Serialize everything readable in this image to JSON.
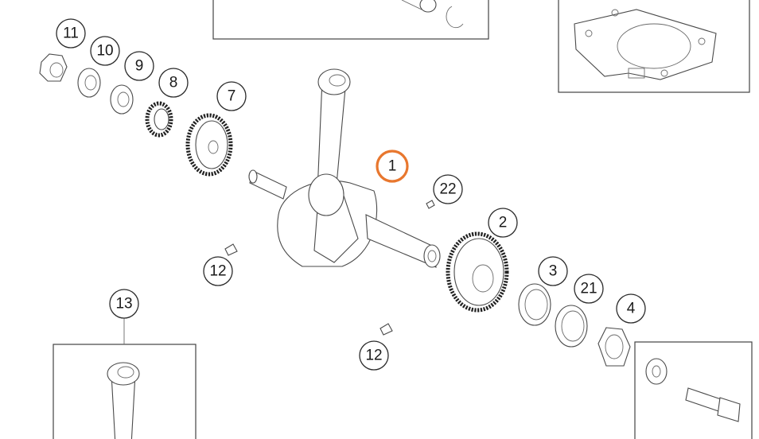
{
  "callouts": [
    {
      "id": "c11",
      "label": "11",
      "selected": false
    },
    {
      "id": "c10",
      "label": "10",
      "selected": false
    },
    {
      "id": "c9",
      "label": "9",
      "selected": false
    },
    {
      "id": "c8",
      "label": "8",
      "selected": false
    },
    {
      "id": "c7",
      "label": "7",
      "selected": false
    },
    {
      "id": "c1",
      "label": "1",
      "selected": true
    },
    {
      "id": "c22",
      "label": "22",
      "selected": false
    },
    {
      "id": "c2",
      "label": "2",
      "selected": false
    },
    {
      "id": "c3",
      "label": "3",
      "selected": false
    },
    {
      "id": "c21",
      "label": "21",
      "selected": false
    },
    {
      "id": "c4",
      "label": "4",
      "selected": false
    },
    {
      "id": "c12a",
      "label": "12",
      "selected": false
    },
    {
      "id": "c12b",
      "label": "12",
      "selected": false
    },
    {
      "id": "c13",
      "label": "13",
      "selected": false
    }
  ],
  "colors": {
    "highlight": "#e8772e",
    "line": "#444444"
  }
}
